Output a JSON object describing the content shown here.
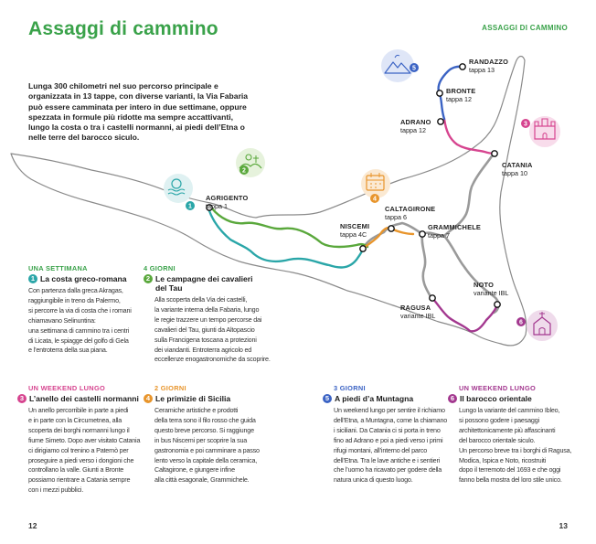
{
  "header": {
    "title": "Assaggi di cammino",
    "section_tag": "ASSAGGI DI CAMMINO"
  },
  "intro": "Lunga 300 chilometri nel suo percorso principale e organizzata in 13 tappe, con diverse varianti, la Via Fabaria può essere camminata per intero in due settimane, oppure spezzata in formule più ridotte ma sempre accattivanti, lungo la costa o tra i castelli normanni, ai piedi dell’Etna o nelle terre del barocco siculo.",
  "map": {
    "cities": [
      {
        "name": "RANDAZZO",
        "sub": "tappa 13"
      },
      {
        "name": "BRONTE",
        "sub": "tappa 12"
      },
      {
        "name": "ADRANO",
        "sub": "tappa 12"
      },
      {
        "name": "CATANIA",
        "sub": "tappa 10"
      },
      {
        "name": "AGRIGENTO",
        "sub": "tappa 1"
      },
      {
        "name": "CALTAGIRONE",
        "sub": "tappa 6"
      },
      {
        "name": "NISCEMI",
        "sub": "tappa 4C"
      },
      {
        "name": "GRAMMICHELE",
        "sub": "tappa 7"
      },
      {
        "name": "NOTO",
        "sub": "variante IBL"
      },
      {
        "name": "RAGUSA",
        "sub": "variante IBL"
      }
    ],
    "icons": [
      {
        "n": "1",
        "color": "#2aa6a8",
        "name": "seaside-icon"
      },
      {
        "n": "2",
        "color": "#5aa83c",
        "name": "countryside-icon"
      },
      {
        "n": "3",
        "color": "#d6448f",
        "name": "castle-icon"
      },
      {
        "n": "4",
        "color": "#e8952c",
        "name": "calendar-food-icon"
      },
      {
        "n": "5",
        "color": "#3b63c4",
        "name": "mountain-icon"
      },
      {
        "n": "6",
        "color": "#a3388f",
        "name": "church-icon"
      }
    ]
  },
  "routes": [
    {
      "n": "1",
      "color": "#2aa6a8",
      "kicker_color": "#3aa24a",
      "kicker": "UNA SETTIMANA",
      "title": "La costa greco-romana",
      "lines": [
        "Con partenza dalla greca Akragas,",
        "raggiungibile in treno da Palermo,",
        "si percorre la via di costa che i romani",
        "chiamavano Selinuntina:",
        "una settimana di cammino tra i centri",
        "di Licata, le spiagge del golfo di Gela",
        "e l’entroterra della sua piana."
      ]
    },
    {
      "n": "2",
      "color": "#5aa83c",
      "kicker_color": "#3aa24a",
      "kicker": "4 GIORNI",
      "title": "Le campagne dei cavalieri del Tau",
      "lines": [
        "Alla scoperta della Via dei castelli,",
        "la variante interna della Fabaria, lungo",
        "le regie trazzere un tempo percorse dai",
        "cavalieri del Tau, giunti da Altopascio",
        "sulla Francigena toscana a protezioni",
        "dei viandanti. Entroterra agricolo ed",
        "eccellenze enogastronomiche da scoprire."
      ]
    },
    {
      "n": "3",
      "color": "#d6448f",
      "kicker_color": "#d6448f",
      "kicker": "UN WEEKEND LUNGO",
      "title": "L’anello dei castelli normanni",
      "lines": [
        "Un anello percorribile in parte a piedi",
        "e in parte con la Circumetnea, alla",
        "scoperta dei borghi normanni lungo il",
        "fiume Simeto. Dopo aver visitato Catania",
        "ci dirigiamo col trenino a Paternò per",
        "proseguire a piedi verso i dongioni che",
        "controllano la valle. Giunti a Bronte",
        "possiamo rientrare a Catania sempre",
        "con i mezzi pubblici."
      ]
    },
    {
      "n": "4",
      "color": "#e8952c",
      "kicker_color": "#e8952c",
      "kicker": "2 GIORNI",
      "title": "Le primizie di Sicilia",
      "lines": [
        "Ceramiche artistiche e prodotti",
        "della terra sono il filo rosso che guida",
        "questo breve percorso. Si raggiunge",
        "in bus Niscemi per scoprire la sua",
        "gastronomia e poi camminare a passo",
        "lento verso la capitale della ceramica,",
        "Caltagirone, e giungere infine",
        "alla città esagonale, Grammichele."
      ]
    },
    {
      "n": "5",
      "color": "#3b63c4",
      "kicker_color": "#3b63c4",
      "kicker": "3 GIORNI",
      "title": "A piedi d’a Muntagna",
      "lines": [
        "Un weekend lungo per sentire il richiamo",
        "dell’Etna, a Muntagna, come la chiamano",
        "i siciliani. Da Catania ci si porta in treno",
        "fino ad Adrano e poi a piedi verso i primi",
        "rifugi montani, all’interno del parco",
        "dell’Etna. Tra le lave antiche e i sentieri",
        "che l’uomo ha ricavato per godere della",
        "natura unica di questo luogo."
      ]
    },
    {
      "n": "6",
      "color": "#a3388f",
      "kicker_color": "#a3388f",
      "kicker": "UN WEEKEND LUNGO",
      "title": "Il barocco orientale",
      "lines": [
        "Lungo la variante del cammino Ibleo,",
        "si possono godere i paesaggi",
        "architettonicamente più affascinanti",
        "del barocco orientale siculo.",
        "Un percorso breve tra i borghi di Ragusa,",
        "Modica, Ispica e Noto, ricostruiti",
        "dopo il terremoto del 1693 e che oggi",
        "fanno bella mostra del loro stile unico."
      ]
    }
  ],
  "pages": {
    "left": "12",
    "right": "13"
  }
}
